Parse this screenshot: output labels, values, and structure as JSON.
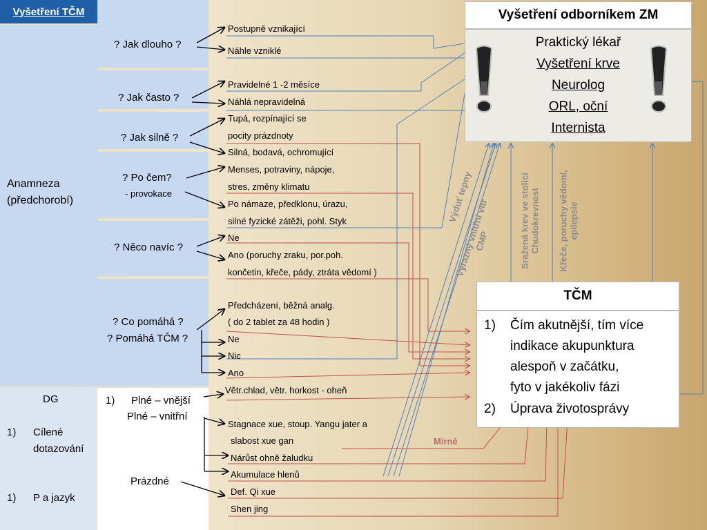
{
  "header": {
    "title": "Vyšetření TČM"
  },
  "anamneza": {
    "line1": "Anamneza",
    "line2": "(předchorobí)"
  },
  "dg": {
    "title": "DG",
    "item1_num": "1)",
    "item1a": "Cílené",
    "item1b": "dotazování",
    "item2_num": "1)",
    "item2": "P a jazyk"
  },
  "questions": {
    "q1": "? Jak dlouho ?",
    "q2": "?  Jak často ?",
    "q3": "? Jak silně ?",
    "q4": "?  Po čem?",
    "q4sub": "- provokace",
    "q5": "? Něco navíc ?",
    "q6a": "? Co pomáhá ?",
    "q6b": "? Pomáhá TČM ?"
  },
  "dgcol": {
    "num": "1)",
    "plne_vnejsi": "Plné – vnější",
    "plne_vnitrni": "Plné – vnitřní",
    "prazdne": "Prázdné"
  },
  "answers": {
    "a1": "Postupně vznikající",
    "a2": "Náhle vzniklé",
    "a3": "Pravidelné 1 -2 měsíce",
    "a4": "Náhlá nepravidelná",
    "a5": "Tupá, rozpínající se",
    "a6": "pocity prázdnoty",
    "a7": "Silná, bodavá, ochromující",
    "a8": "Menses, potraviny, nápoje,",
    "a9": "stres, změny klimatu",
    "a10": "Po námaze, předklonu, úrazu,",
    "a11": "silné fyzické zátěži, pohl. Styk",
    "a12": "Ne",
    "a13": "Ano (poruchy zraku, por.poh.",
    "a14": "končetin, křeče, pády, ztráta vědomí )",
    "a15": "Předcházení, běžná analg.",
    "a16": "( do 2 tablet za  48 hodin )",
    "a17": "Ne",
    "a18": "Nic",
    "a19": "Ano",
    "a20": "Větr.chlad, větr. horkost  - oheň",
    "a21": "Stagnace xue, stoup. Yangu jater  a",
    "a22": "slabost xue gan",
    "a23": "Nárůst ohně žaludku",
    "a24": "Akumulace hlenů",
    "a25": "Def. Qi xue",
    "a26": "Shen jing"
  },
  "zm": {
    "title": "Vyšetření odborníkem ZM",
    "items": [
      "Praktický lékař",
      "Vyšetření krve",
      "Neurolog",
      "ORL, oční",
      "Internista"
    ]
  },
  "vertical": {
    "v1": "Výduť tepny",
    "v2a": "Výrazný vnitřní vítr",
    "v2b": "CMP",
    "v3a": "Sražená krev ve stolici",
    "v3b": "Chudokrevnost",
    "v4a": "Křeče, poruchy vědomí,",
    "v4b": "epilepsie"
  },
  "tcm": {
    "title": "TČM",
    "n1": "1)",
    "l1": "Čím akutnější, tím více",
    "l2": "indikace akupunktura",
    "l3": "alespoň v začátku,",
    "l4": "fyto v jakékoliv fázi",
    "n2": "2)",
    "l5": "Úprava životosprávy"
  },
  "mirne": "Mírně",
  "colors": {
    "header": "#1f5fa8",
    "panel": "#c6d9f1",
    "blue_line": "#4f81bd",
    "red_line": "#c0504d",
    "mirne": "#b46e6e"
  }
}
